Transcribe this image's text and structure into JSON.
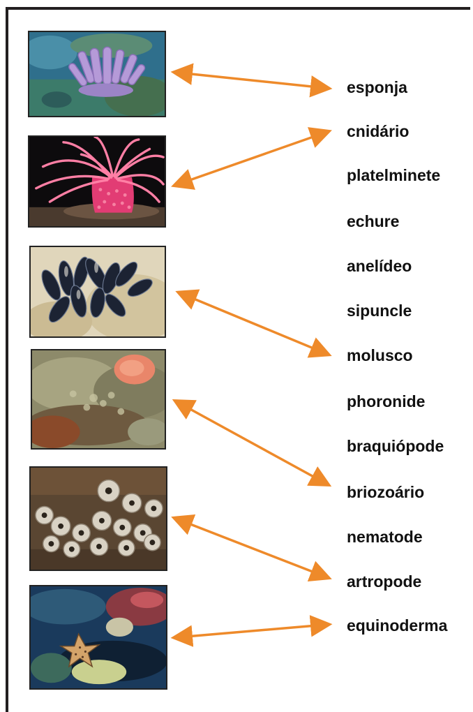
{
  "terms": [
    "esponja",
    "cnidário",
    "platelminete",
    "echure",
    "anelídeo",
    "sipuncle",
    "molusco",
    "phoronide",
    "braquiópode",
    "briozoário",
    "nematode",
    "artropode",
    "equinoderma"
  ],
  "photos": [
    {
      "subject": "sponge-photo",
      "matches": "esponja"
    },
    {
      "subject": "sea-anemone-photo",
      "matches": "cnidário"
    },
    {
      "subject": "mussels-photo",
      "matches": "molusco"
    },
    {
      "subject": "bryozoan-colony-photo",
      "matches": "briozoário"
    },
    {
      "subject": "barnacles-photo",
      "matches": "artropode"
    },
    {
      "subject": "sea-star-photo",
      "matches": "equinoderma"
    }
  ],
  "colors": {
    "arrow": "#ee8a2a",
    "frame": "#231f20",
    "text": "#111111"
  }
}
